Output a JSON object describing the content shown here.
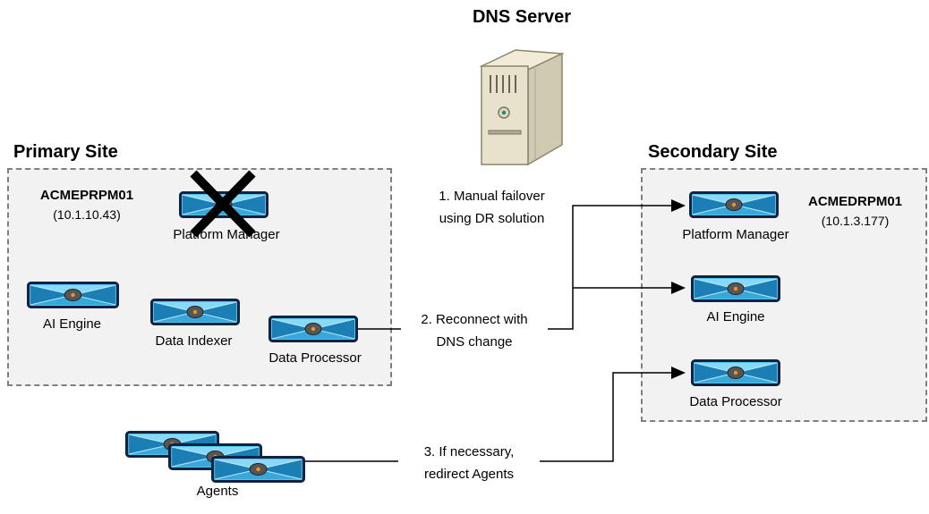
{
  "dns": {
    "label": "DNS Server"
  },
  "primary": {
    "title": "Primary Site",
    "hostname": "ACMEPRPM01",
    "ip": "(10.1.10.43)",
    "platform_manager": "Platform Manager",
    "ai_engine": "AI Engine",
    "data_indexer": "Data Indexer",
    "data_processor": "Data Processor"
  },
  "secondary": {
    "title": "Secondary Site",
    "hostname": "ACMEDRPM01",
    "ip": "(10.1.3.177)",
    "platform_manager": "Platform Manager",
    "ai_engine": "AI Engine",
    "data_processor": "Data Processor"
  },
  "steps": {
    "step1_line1": "1. Manual failover",
    "step1_line2": "using DR solution",
    "step2_line1": "2. Reconnect with",
    "step2_line2": "DNS change",
    "step3_line1": "3. If necessary,",
    "step3_line2": "redirect Agents"
  },
  "agents": {
    "label": "Agents"
  },
  "icons": {
    "appliance": "appliance-icon",
    "dns_server": "server-tower-icon",
    "failure": "x-mark-icon"
  },
  "colors": {
    "appliance_fill": "#53c0ee",
    "appliance_border": "#12233f",
    "site_bg": "#f2f2f2",
    "site_border": "#7f7f7f",
    "line": "#000000"
  }
}
